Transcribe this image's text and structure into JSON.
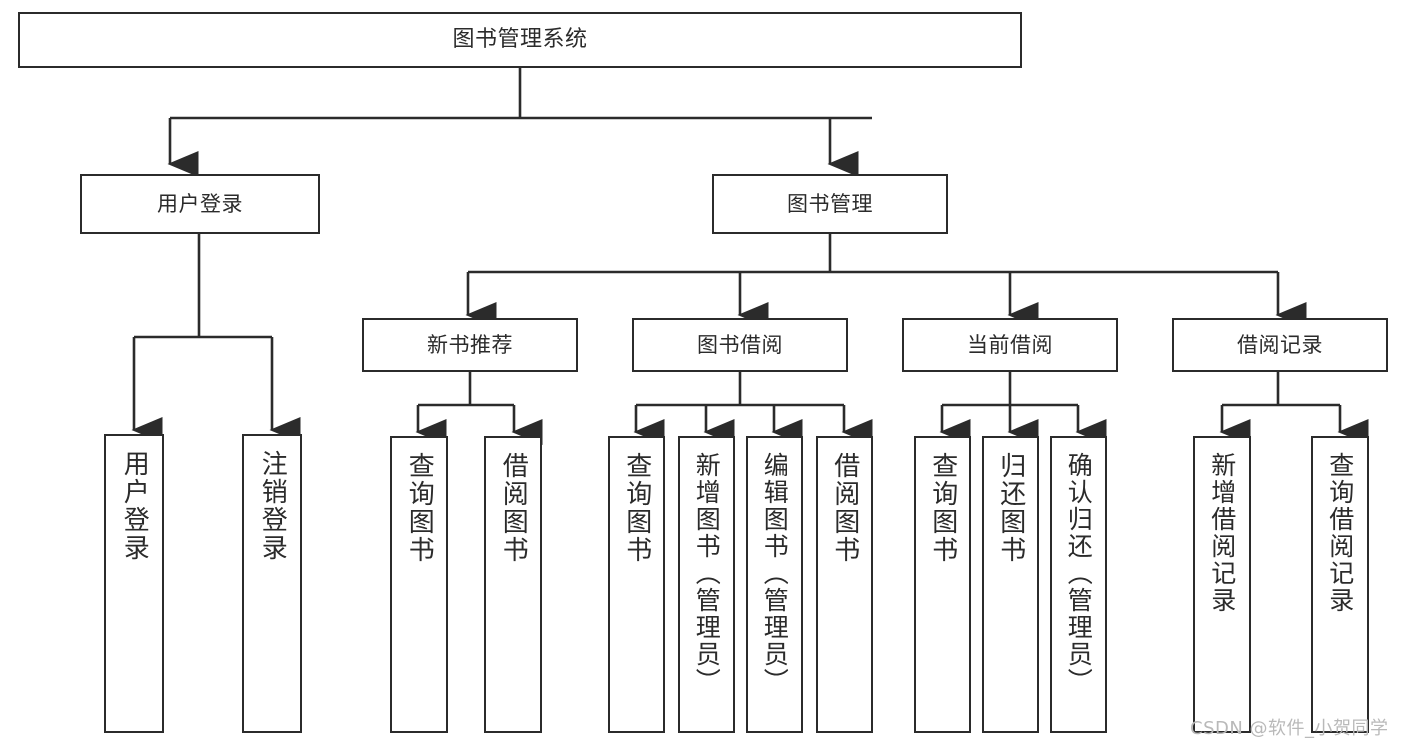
{
  "diagram": {
    "type": "tree",
    "title": "图书管理系统",
    "orientation": "top-down",
    "colors": {
      "stroke": "#2b2b2b",
      "fill": "#ffffff",
      "text": "#2b2b2b",
      "watermark": "#b9b9b9"
    },
    "watermark": "CSDN @软件_小贺同学"
  },
  "nodes": {
    "root": {
      "label": "图书管理系统"
    },
    "level2": [
      {
        "label": "用户登录"
      },
      {
        "label": "图书管理"
      }
    ],
    "level3": [
      {
        "label": "新书推荐"
      },
      {
        "label": "图书借阅"
      },
      {
        "label": "当前借阅"
      },
      {
        "label": "借阅记录"
      }
    ],
    "leaves": {
      "user_login": [
        {
          "label": "用户登录"
        },
        {
          "label": "注销登录"
        }
      ],
      "new_book": [
        {
          "label": "查询图书"
        },
        {
          "label": "借阅图书"
        }
      ],
      "book_borrow": [
        {
          "label": "查询图书"
        },
        {
          "label": "新增图书（管理员）"
        },
        {
          "label": "编辑图书（管理员）"
        },
        {
          "label": "借阅图书"
        }
      ],
      "current_borrow": [
        {
          "label": "查询图书"
        },
        {
          "label": "归还图书"
        },
        {
          "label": "确认归还（管理员）"
        }
      ],
      "borrow_record": [
        {
          "label": "新增借阅记录"
        },
        {
          "label": "查询借阅记录"
        }
      ]
    }
  }
}
